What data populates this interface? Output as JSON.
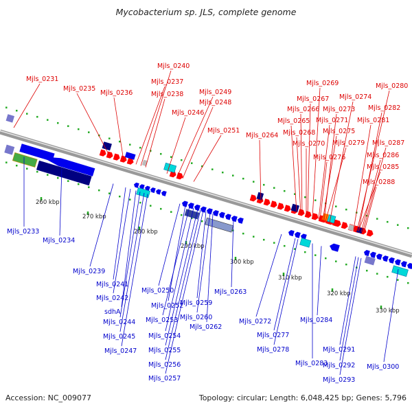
{
  "title": "Mycobacterium sp. JLS, complete genome",
  "footer": {
    "accession": "Accession: NC_009077",
    "topology": "Topology: circular; Length: 6,048,425 bp; Genes: 5,796"
  },
  "colors": {
    "plus_label": "#dd0000",
    "minus_label": "#0000cc",
    "plus_gene": "#ff0000",
    "minus_gene": "#0000ee",
    "backbone": "#999999",
    "tick": "#22aa22",
    "rna": "#00d8d8",
    "dark_box": "#000080"
  },
  "scale": [
    "260 kbp",
    "270 kbp",
    "280 kbp",
    "290 kbp",
    "300 kbp",
    "310 kbp",
    "320 kbp",
    "330 kbp"
  ],
  "top_labels": [
    "Mjls_0231",
    "Mjls_0235",
    "Mjls_0236",
    "Mjls_0240",
    "Mjls_0237",
    "Mjls_0238",
    "Mjls_0249",
    "Mjls_0248",
    "Mjls_0246",
    "Mjls_0251",
    "Mjls_0264",
    "Mjls_0269",
    "Mjls_0267",
    "Mjls_0266",
    "Mjls_0265",
    "Mjls_0268",
    "Mjls_0270",
    "Mjls_0274",
    "Mjls_0273",
    "Mjls_0271",
    "Mjls_0275",
    "Mjls_0279",
    "Mjls_0276",
    "Mjls_0280",
    "Mjls_0282",
    "Mjls_0281",
    "Mjls_0287",
    "Mjls_0286",
    "Mjls_0285",
    "Mjls_0288"
  ],
  "bottom_labels": [
    "Mjls_0233",
    "Mjls_0234",
    "Mjls_0239",
    "Mjls_0241",
    "Mjls_0242",
    "sdhA",
    "Mjls_0244",
    "Mjls_0245",
    "Mjls_0247",
    "Mjls_0250",
    "Mjls_0252",
    "Mjls_0253",
    "Mjls_0254",
    "Mjls_0255",
    "Mjls_0256",
    "Mjls_0257",
    "Mjls_0259",
    "Mjls_0260",
    "Mjls_0262",
    "Mjls_0263",
    "Mjls_0272",
    "Mjls_0277",
    "Mjls_0278",
    "Mjls_0283",
    "Mjls_0284",
    "Mjls_0291",
    "Mjls_0292",
    "Mjls_0293",
    "Mjls_0300"
  ]
}
